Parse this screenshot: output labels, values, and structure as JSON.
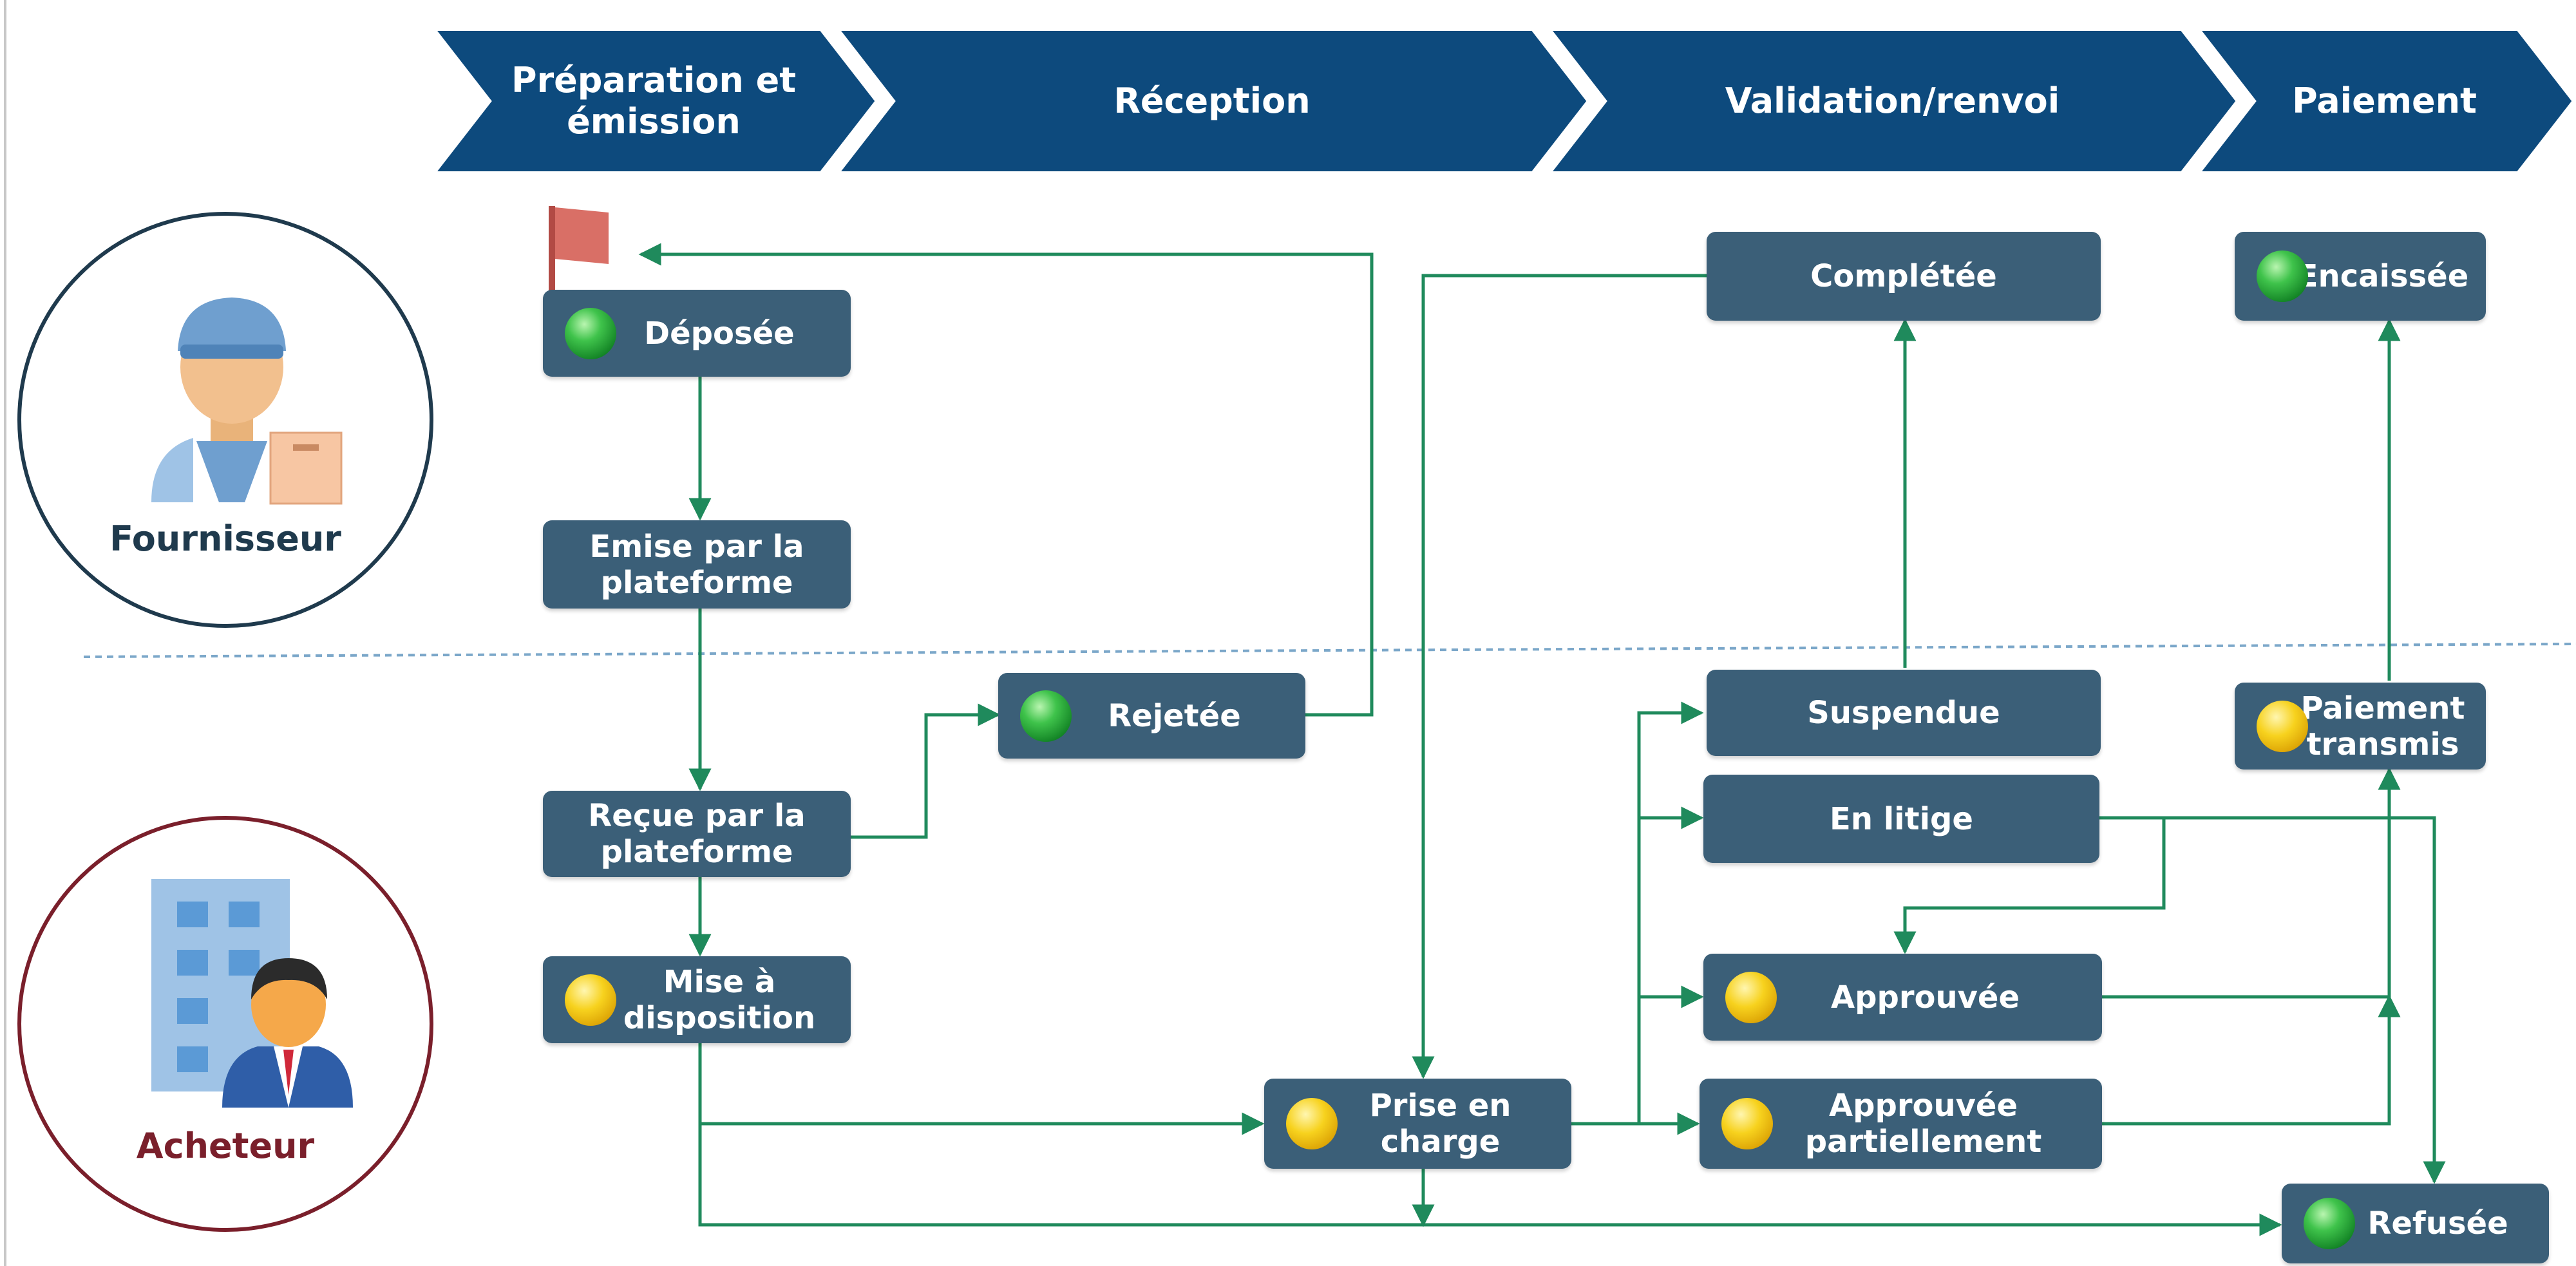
{
  "stages": [
    {
      "id": "preparation",
      "label": "Préparation et\némission"
    },
    {
      "id": "reception",
      "label": "Réception"
    },
    {
      "id": "validation",
      "label": "Validation/renvoi"
    },
    {
      "id": "paiement",
      "label": "Paiement"
    }
  ],
  "actors": {
    "fournisseur": {
      "label": "Fournisseur",
      "color": "#1f3a4d"
    },
    "acheteur": {
      "label": "Acheteur",
      "color": "#7a1f2b"
    }
  },
  "statuses": {
    "deposee": {
      "label": "Déposée",
      "indicator": "green"
    },
    "emise": {
      "label": "Emise par la\nplateforme",
      "indicator": "none"
    },
    "rejetee": {
      "label": "Rejetée",
      "indicator": "green"
    },
    "recue": {
      "label": "Reçue par la\nplateforme",
      "indicator": "none"
    },
    "mise_a_disposition": {
      "label": "Mise à\ndisposition",
      "indicator": "yellow"
    },
    "prise_en_charge": {
      "label": "Prise en\ncharge",
      "indicator": "yellow"
    },
    "completee": {
      "label": "Complétée",
      "indicator": "none"
    },
    "suspendue": {
      "label": "Suspendue",
      "indicator": "none"
    },
    "en_litige": {
      "label": "En litige",
      "indicator": "none"
    },
    "approuvee": {
      "label": "Approuvée",
      "indicator": "yellow"
    },
    "approuvee_partiellement": {
      "label": "Approuvée\npartiellement",
      "indicator": "yellow"
    },
    "encaissee": {
      "label": "Encaissée",
      "indicator": "green"
    },
    "paiement_transmis": {
      "label": "Paiement\ntransmis",
      "indicator": "yellow"
    },
    "refusee": {
      "label": "Refusée",
      "indicator": "green"
    }
  },
  "colors": {
    "stage_banner": "#0d4a7d",
    "status_box": "#3b5f78",
    "connector": "#1f8a5c",
    "flag": "#d96f66",
    "lane_divider": "#7ba7c9"
  }
}
